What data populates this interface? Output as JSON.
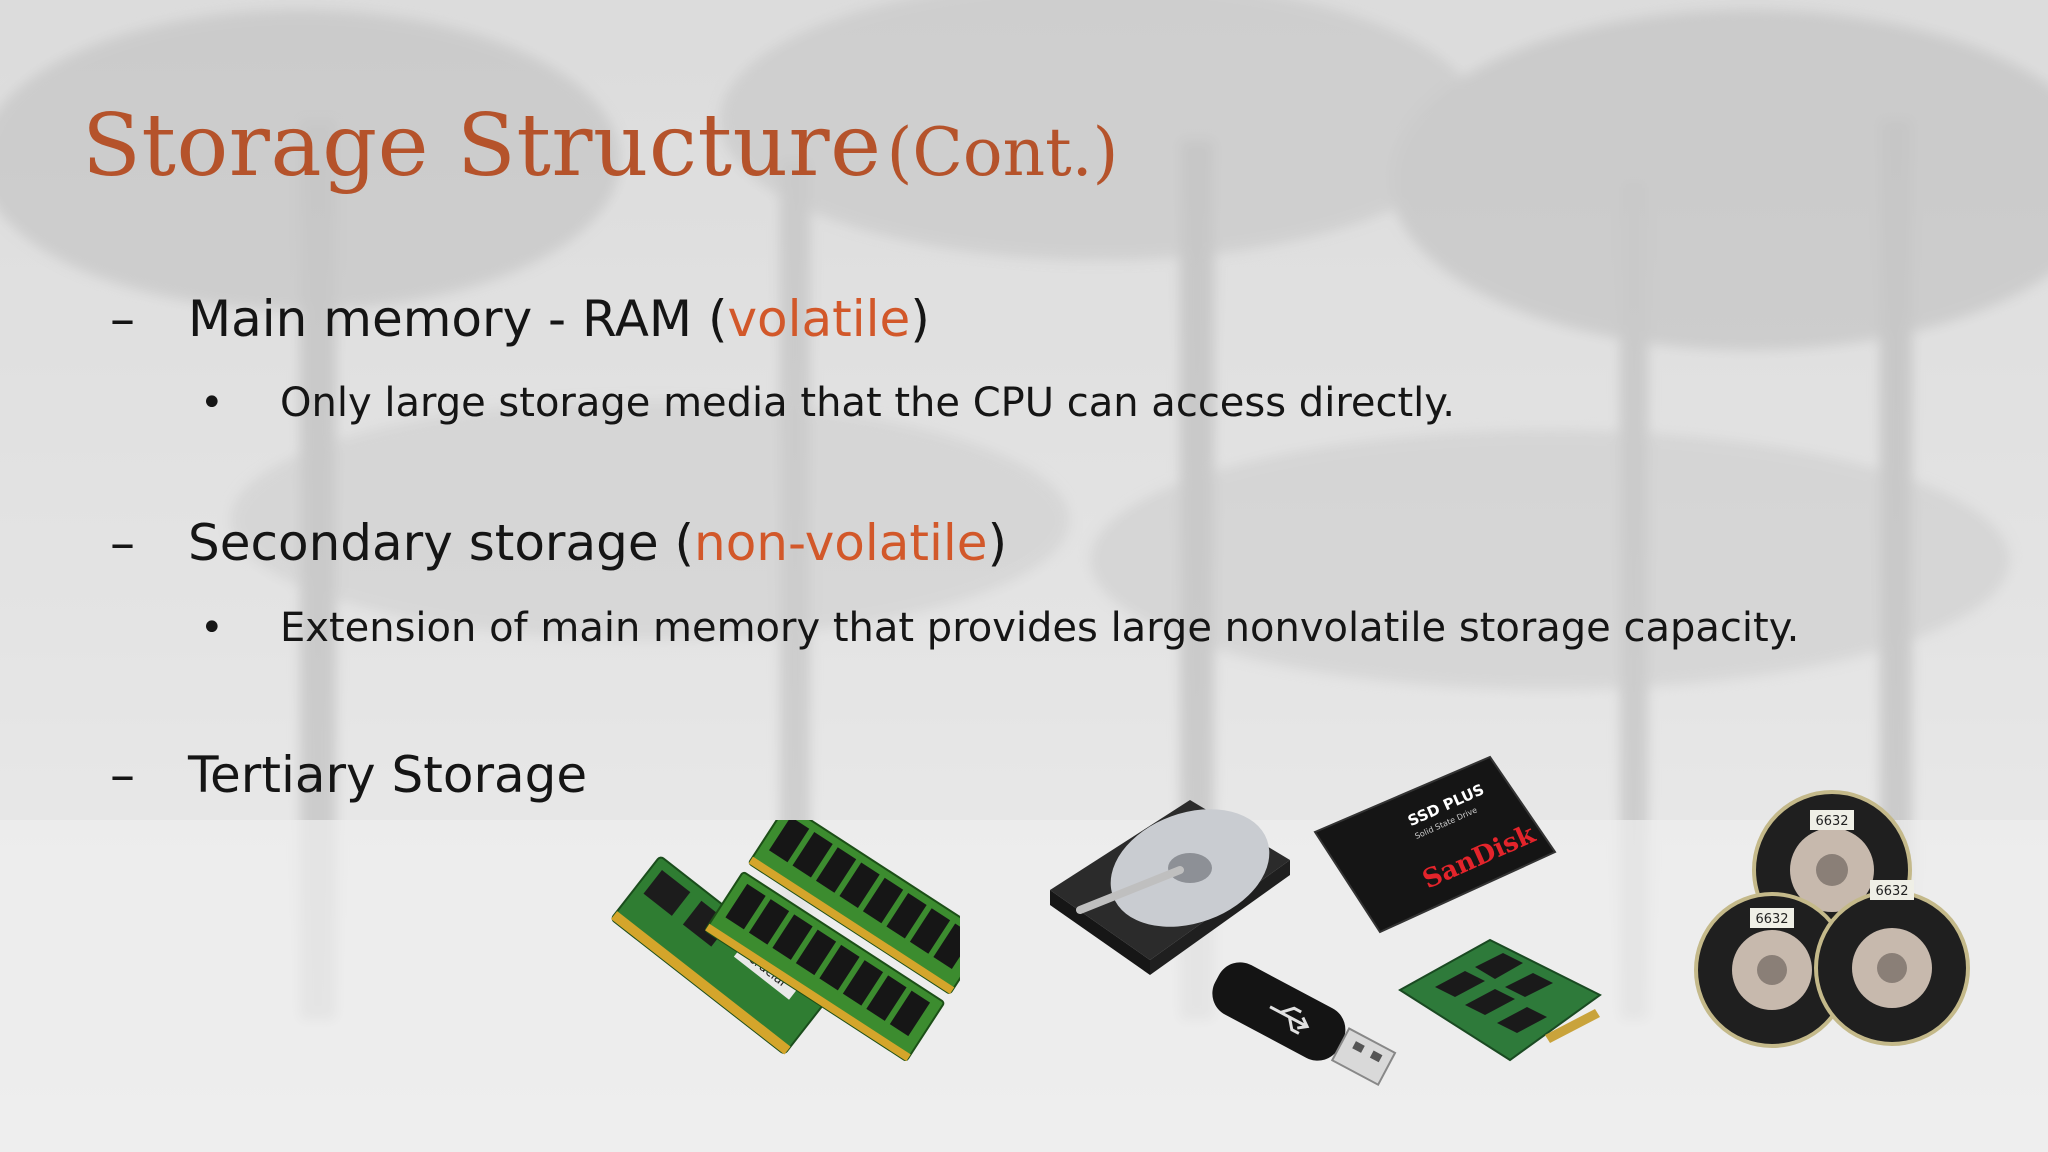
{
  "slide": {
    "title": "Storage Structure",
    "title_suffix": "(Cont.)",
    "bullets": [
      {
        "marker": "–",
        "text_before": "Main memory - RAM (",
        "highlight": "volatile",
        "text_after": ")",
        "sub": [
          {
            "marker": "•",
            "text": "Only large storage media that the CPU can access directly."
          }
        ]
      },
      {
        "marker": "–",
        "text_before": "Secondary storage (",
        "highlight": "non-volatile",
        "text_after": ")",
        "sub": [
          {
            "marker": "•",
            "text": "Extension of main memory that provides large nonvolatile storage capacity."
          }
        ]
      },
      {
        "marker": "–",
        "text_before": "Tertiary Storage",
        "highlight": "",
        "text_after": "",
        "sub": []
      }
    ],
    "images": {
      "ram_label": "crucial",
      "ssd_brand_line": "SSD PLUS",
      "ssd_sub_line": "Solid State Drive",
      "ssd_logo": "SanDisk",
      "tape_label": "6632"
    },
    "colors": {
      "title": "#b5532b",
      "highlight": "#d2582a",
      "text": "#151515"
    }
  }
}
